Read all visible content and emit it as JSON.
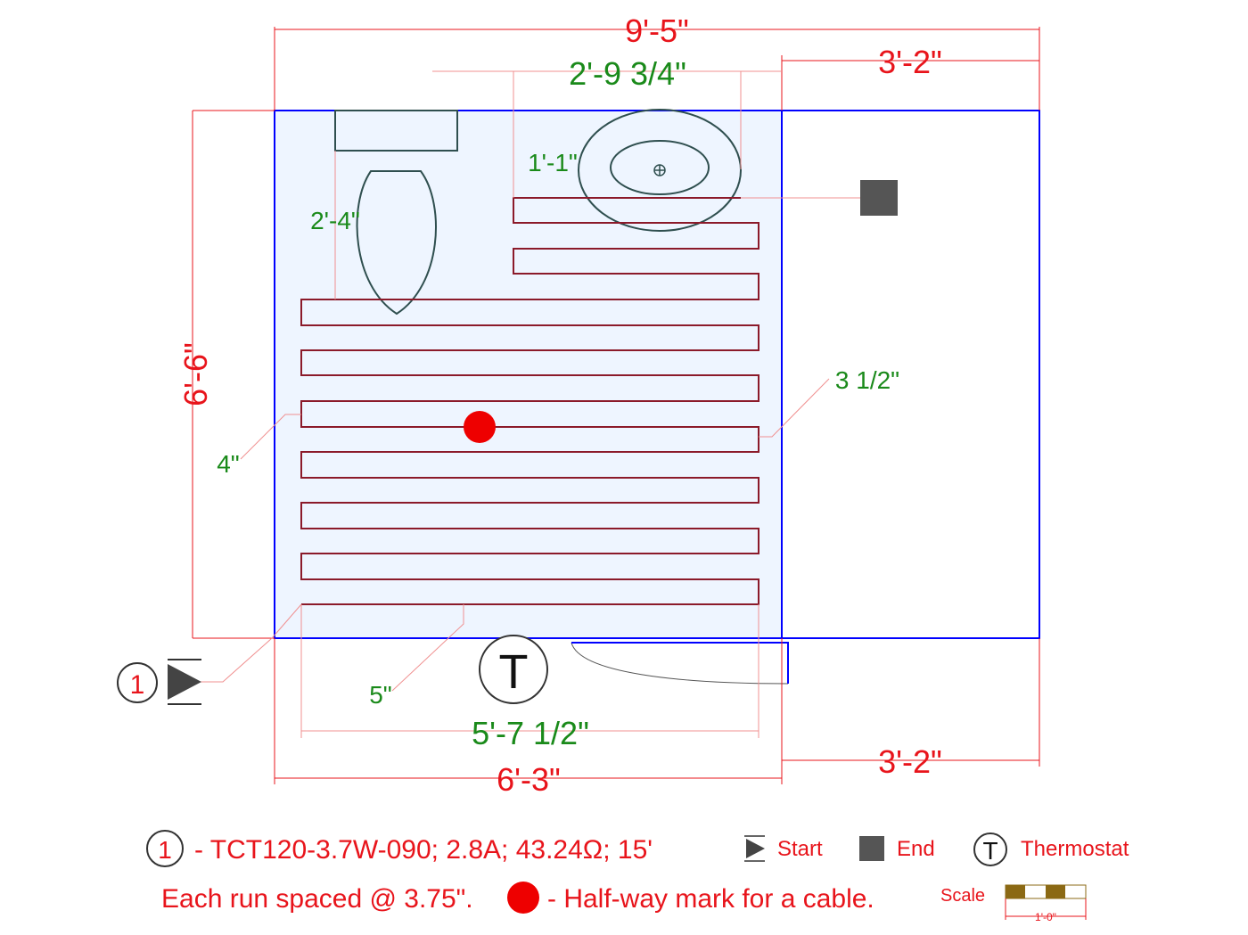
{
  "dimensions": {
    "overall_width": "9'-5\"",
    "vanity_width": "2'-9 3/4\"",
    "right_top": "3'-2\"",
    "right_bottom": "3'-2\"",
    "height": "6'-6\"",
    "sink_offset": "1'-1\"",
    "toilet_offset": "2'-4\"",
    "wall_gap_right": "3 1/2\"",
    "wall_gap_left": "4\"",
    "bottom_gap": "5\"",
    "cable_length": "5'-7 1/2\"",
    "heated_width": "6'-3\""
  },
  "markers": {
    "cable_number": "1",
    "thermostat": "T"
  },
  "legend": {
    "cable_id": "1",
    "cable_spec": "- TCT120-3.7W-090; 2.8A; 43.24Ω; 15'",
    "start_label": "Start",
    "end_label": "End",
    "thermostat_symbol": "T",
    "thermostat_label": "Thermostat",
    "spacing_note": "Each run spaced @ 3.75\".",
    "halfway_note": "- Half-way mark for a cable.",
    "scale_label": "Scale",
    "scale_value": "1'-0\""
  },
  "colors": {
    "wall": "#0000ff",
    "cable": "#8b1a2a",
    "floor": "#eef5ff",
    "dimension": "#e8141b",
    "label": "#1a8a1a"
  }
}
